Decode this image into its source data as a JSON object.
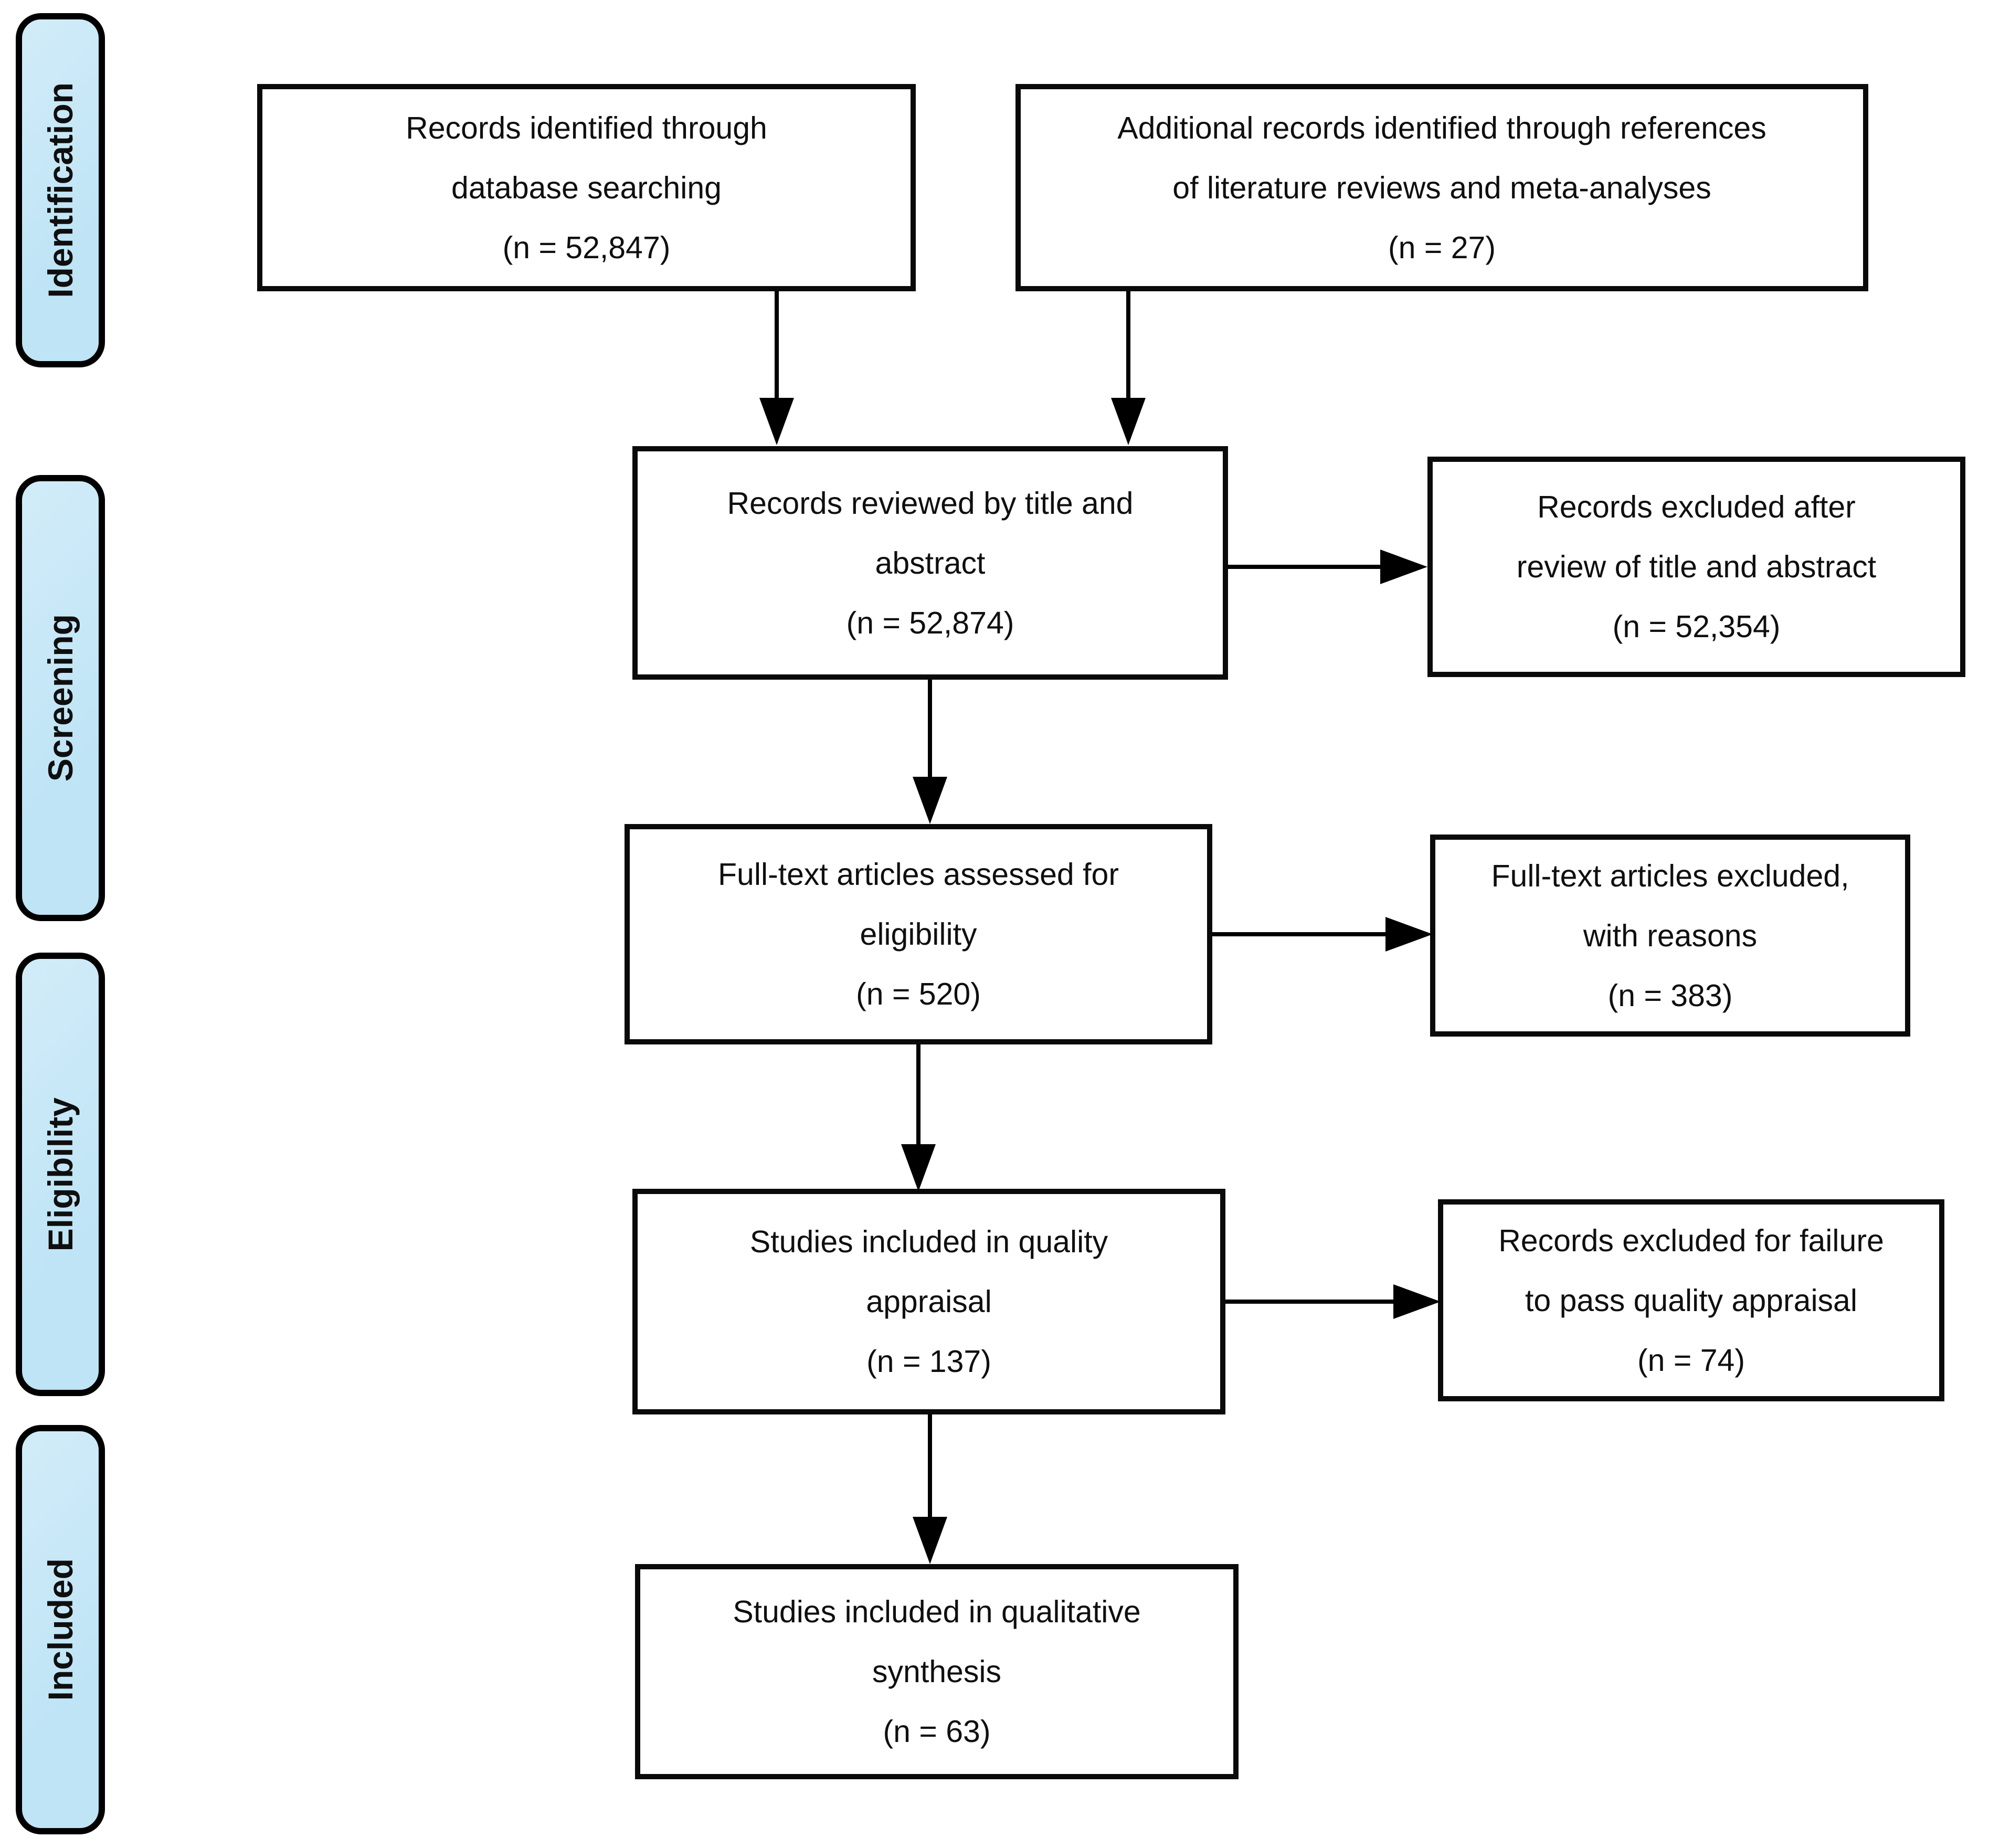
{
  "sidebar": {
    "stages": [
      {
        "label": "Identification"
      },
      {
        "label": "Screening"
      },
      {
        "label": "Eligibility"
      },
      {
        "label": "Included"
      }
    ]
  },
  "flow": {
    "boxes": [
      {
        "id": "records-identified",
        "text": "Records identified through\ndatabase searching",
        "count": "(n = 52,847)"
      },
      {
        "id": "additional-records",
        "text": "Additional records identified through references\nof literature reviews and meta-analyses",
        "count": "(n = 27)"
      },
      {
        "id": "records-reviewed",
        "text": "Records reviewed by title and\nabstract",
        "count": "(n = 52,874)"
      },
      {
        "id": "records-excluded-ta",
        "text": "Records excluded after\nreview of title and abstract",
        "count": "(n = 52,354)"
      },
      {
        "id": "fulltext-assessed",
        "text": "Full-text articles assessed for\neligibility",
        "count": "(n = 520)"
      },
      {
        "id": "fulltext-excluded",
        "text": "Full-text articles excluded,\nwith reasons",
        "count": "(n = 383)"
      },
      {
        "id": "quality-appraisal",
        "text": "Studies included in quality\nappraisal",
        "count": "(n = 137)"
      },
      {
        "id": "excluded-quality",
        "text": "Records excluded for failure\nto pass quality appraisal",
        "count": "(n = 74)"
      },
      {
        "id": "qualitative-synthesis",
        "text": "Studies included in qualitative\nsynthesis",
        "count": "(n = 63)"
      }
    ]
  },
  "colors": {
    "stage_fill": "#bee4f5",
    "stage_fill_light": "#d2ecf9",
    "stage_border": "#000000",
    "box_border": "#0a0a0a",
    "arrow": "#000000",
    "text": "#0f0f0f"
  }
}
